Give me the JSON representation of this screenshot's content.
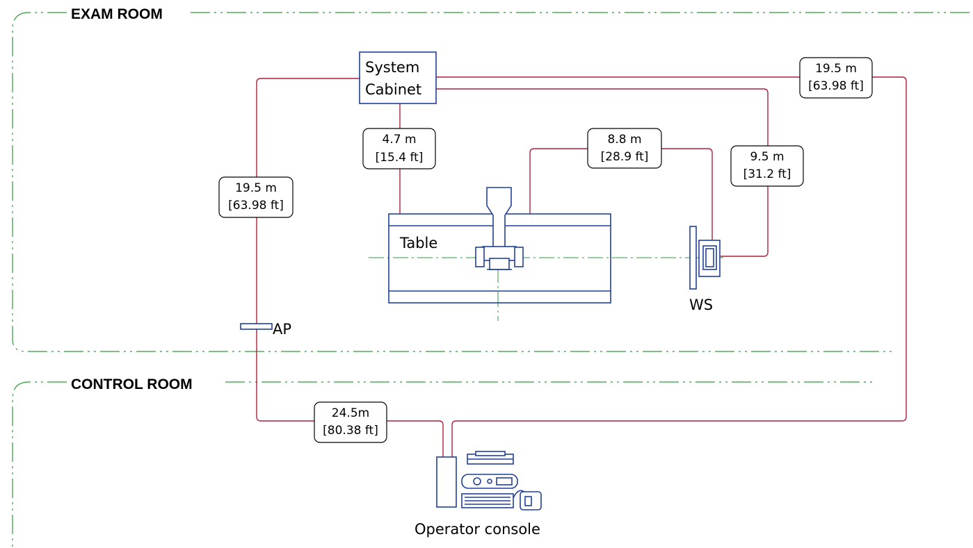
{
  "rooms": {
    "exam": "EXAM ROOM",
    "control": "CONTROL ROOM"
  },
  "equipment": {
    "cabinet_line1": "System",
    "cabinet_line2": "Cabinet",
    "table": "Table",
    "wall_stand": "WS",
    "access_point": "AP",
    "operator_console": "Operator console"
  },
  "cables": {
    "cabinet_to_console": {
      "meters": "19.5 m",
      "feet": "[63.98 ft]"
    },
    "cabinet_to_table": {
      "meters": "4.7 m",
      "feet": "[15.4 ft]"
    },
    "table_to_ws": {
      "meters": "8.8 m",
      "feet": "[28.9 ft]"
    },
    "cabinet_to_ws": {
      "meters": "9.5 m",
      "feet": "[31.2 ft]"
    },
    "cabinet_to_ap": {
      "meters": "19.5 m",
      "feet": "[63.98 ft]"
    },
    "ap_to_console": {
      "meters": "24.5m",
      "feet": "[80.38 ft]"
    }
  },
  "colors": {
    "cable": "#b01e3a",
    "room_boundary": "#2e9a3c",
    "equipment": "#1f3f9a"
  }
}
